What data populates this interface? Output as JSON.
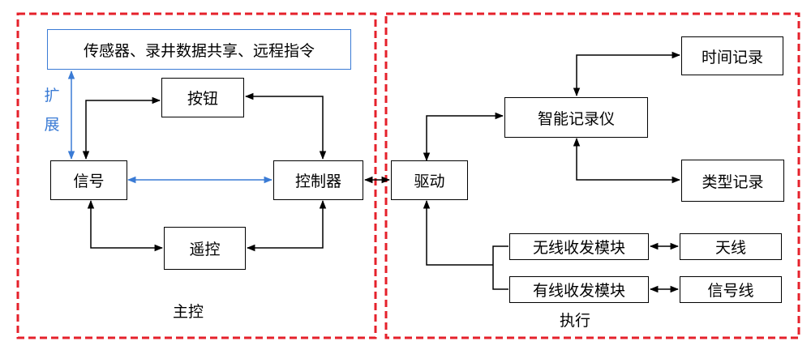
{
  "groups": {
    "main_control": "主控",
    "execute": "执行"
  },
  "nodes": {
    "sensors": "传感器、录井数据共享、远程指令",
    "button": "按钮",
    "signal": "信号",
    "controller": "控制器",
    "remote": "遥控",
    "drive": "驱动",
    "smart_recorder": "智能记录仪",
    "time_record": "时间记录",
    "type_record": "类型记录",
    "wireless_module": "无线收发模块",
    "wired_module": "有线收发模块",
    "antenna": "天线",
    "signal_wire": "信号线"
  },
  "labels": {
    "extend_1": "扩",
    "extend_2": "展"
  },
  "colors": {
    "group_border": "#e5212b",
    "extension": "#3a7bd5",
    "line": "#000000"
  }
}
